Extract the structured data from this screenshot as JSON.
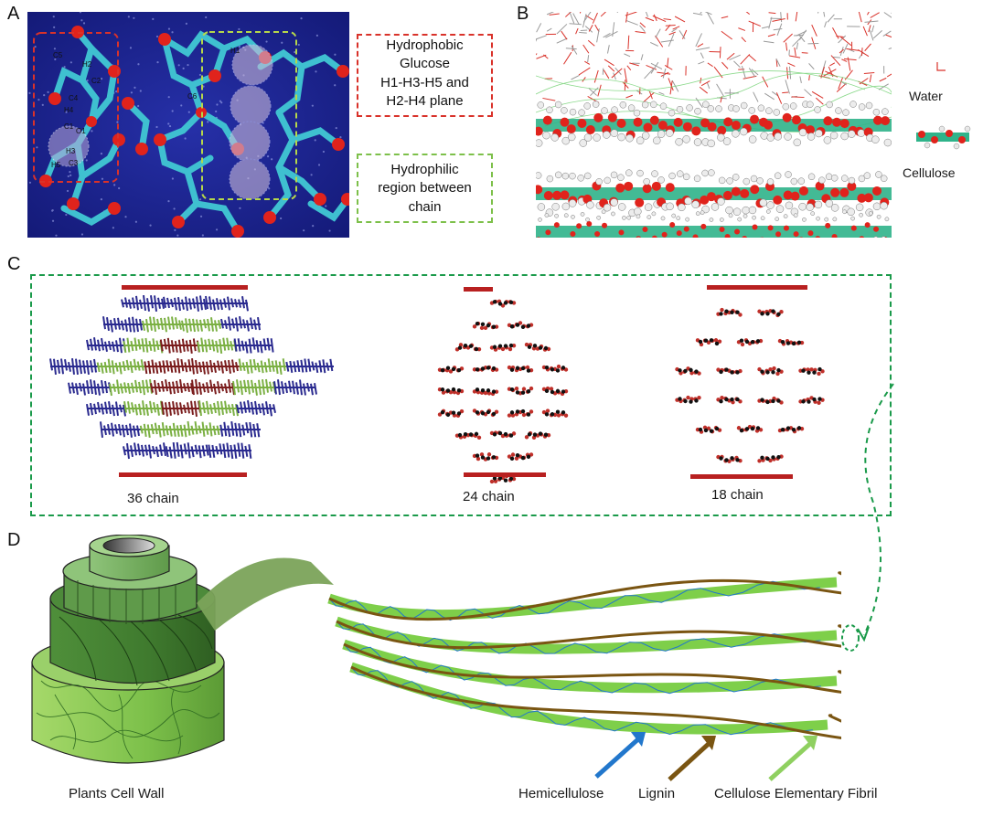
{
  "panels": {
    "a": {
      "letter": "A",
      "atom_labels": [
        "C5",
        "H2",
        "C2",
        "C4",
        "H4",
        "C1",
        "O1",
        "H3",
        "C3",
        "H5",
        "H1",
        "C6"
      ],
      "hydrophobic_text": [
        "Hydrophobic",
        "Glucose",
        "H1-H3-H5 and",
        "H2-H4 plane"
      ],
      "hydrophilic_text": [
        "Hydrophilic",
        "region between",
        "chain"
      ]
    },
    "b": {
      "letter": "B",
      "legend_water": "Water",
      "legend_cellulose": "Cellulose"
    },
    "c": {
      "letter": "C",
      "label_36": "36 chain",
      "label_24": "24 chain",
      "label_18": "18 chain"
    },
    "d": {
      "letter": "D",
      "label_cell_wall": "Plants Cell Wall",
      "label_hemicellulose": "Hemicellulose",
      "label_lignin": "Lignin",
      "label_fibril": "Cellulose Elementary Fibril"
    }
  },
  "colors": {
    "red_box": "#d9322a",
    "green_box": "#7dc04a",
    "dark_green_dash": "#1a9a4a",
    "panel_a_bg": "#1a1f8a",
    "atom_cyan": "#3fc0d0",
    "oxygen_red": "#e0231c",
    "chain_blue": "#2a2a8f",
    "chain_green": "#7bb043",
    "chain_darkred": "#7a1d1d",
    "scale_bar": "#b82020",
    "lignin_brown": "#7a5512",
    "hemicellulose_blue": "#2277cc",
    "fibril_green": "#7ecf4a"
  }
}
